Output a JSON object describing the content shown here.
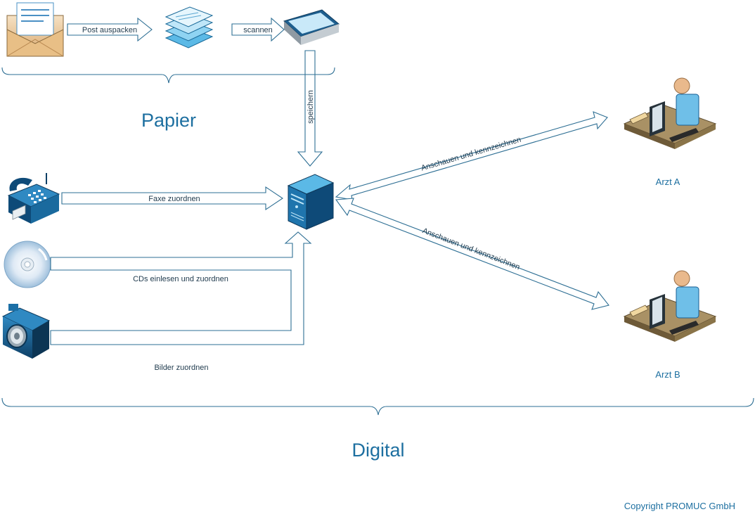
{
  "groups": {
    "paper": "Papier",
    "digital": "Digital"
  },
  "arrows": {
    "unpack": "Post auspacken",
    "scan": "scannen",
    "store": "speichern",
    "fax": "Faxe zuordnen",
    "cd": "CDs einlesen und zuordnen",
    "photo": "Bilder zuordnen",
    "view_a": "Anschauen und kennzeichnen",
    "view_b": "Anschauen und kennzeichnen"
  },
  "nodes": {
    "arzt_a": "Arzt A",
    "arzt_b": "Arzt B"
  },
  "footer": {
    "copyright": "Copyright PROMUC GmbH"
  }
}
